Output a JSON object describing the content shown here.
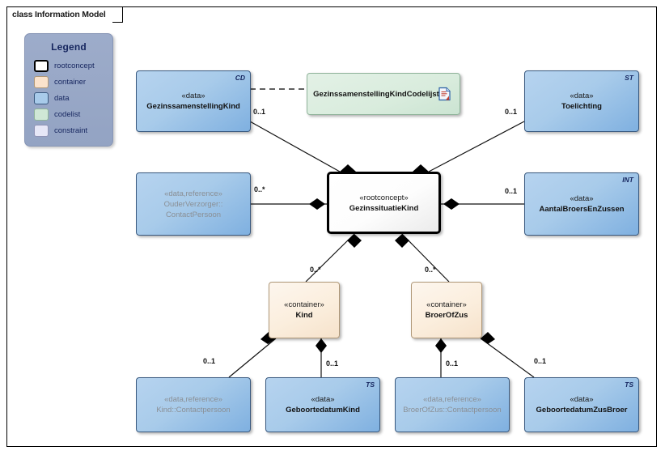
{
  "diagram": {
    "title": "class Information Model",
    "kind": "uml-class-diagram"
  },
  "legend": {
    "title": "Legend",
    "items": [
      {
        "label": "rootconcept",
        "color": "#ffffff",
        "border": "#000000"
      },
      {
        "label": "container",
        "color": "#fbe3cc",
        "border": "#b09878"
      },
      {
        "label": "data",
        "color": "#a8cbea",
        "border": "#39597f"
      },
      {
        "label": "codelist",
        "color": "#cfe7d6",
        "border": "#8fb39a"
      },
      {
        "label": "constraint",
        "color": "#e6e7f7",
        "border": "#8f93b5"
      }
    ]
  },
  "nodes": {
    "gezinssamenstellingkind": {
      "stereotype": "«data»",
      "name": "GezinssamenstellingKind",
      "type_tag": "CD",
      "kind": "data"
    },
    "codelijst": {
      "name": "GezinssamenstellingKindCodelijst",
      "kind": "codelist",
      "icon": "note-document-icon"
    },
    "toelichting": {
      "stereotype": "«data»",
      "name": "Toelichting",
      "type_tag": "ST",
      "kind": "data"
    },
    "ouderverzorger": {
      "stereotype": "«data,reference»",
      "name_line1": "OuderVerzorger::",
      "name_line2": "ContactPersoon",
      "kind": "data-reference"
    },
    "rootconcept": {
      "stereotype": "«rootconcept»",
      "name": "GezinssituatieKind",
      "kind": "rootconcept"
    },
    "aantalbroersenzussen": {
      "stereotype": "«data»",
      "name": "AantalBroersEnZussen",
      "type_tag": "INT",
      "kind": "data"
    },
    "kind": {
      "stereotype": "«container»",
      "name": "Kind",
      "kind": "container"
    },
    "broerofzus": {
      "stereotype": "«container»",
      "name": "BroerOfZus",
      "kind": "container"
    },
    "kind_contactpersoon": {
      "stereotype": "«data,reference»",
      "name": "Kind::Contactpersoon",
      "kind": "data-reference"
    },
    "geboortedatumkind": {
      "stereotype": "«data»",
      "name": "GeboortedatumKind",
      "type_tag": "TS",
      "kind": "data"
    },
    "broerofzus_contactpersoon": {
      "stereotype": "«data,reference»",
      "name": "BroerOfZus::Contactpersoon",
      "kind": "data-reference"
    },
    "geboortedatumzusbroer": {
      "stereotype": "«data»",
      "name": "GeboortedatumZusBroer",
      "type_tag": "TS",
      "kind": "data"
    }
  },
  "multiplicities": {
    "gezinssamenstellingkind": "0..1",
    "ouderverzorger": "0..*",
    "toelichting": "0..1",
    "aantalbroersenzussen": "0..1",
    "kind": "0..*",
    "broerofzus": "0..*",
    "kind_contactpersoon": "0..1",
    "geboortedatumkind": "0..1",
    "broerofzus_contactpersoon": "0..1",
    "geboortedatumzusbroer": "0..1"
  },
  "colors": {
    "data_fill": "#a8cbea",
    "container_fill": "#fbeedd",
    "codelist_fill": "#d9ecdd",
    "root_fill": "#ffffff",
    "legend_fill": "#9dacca",
    "line": "#000000"
  }
}
